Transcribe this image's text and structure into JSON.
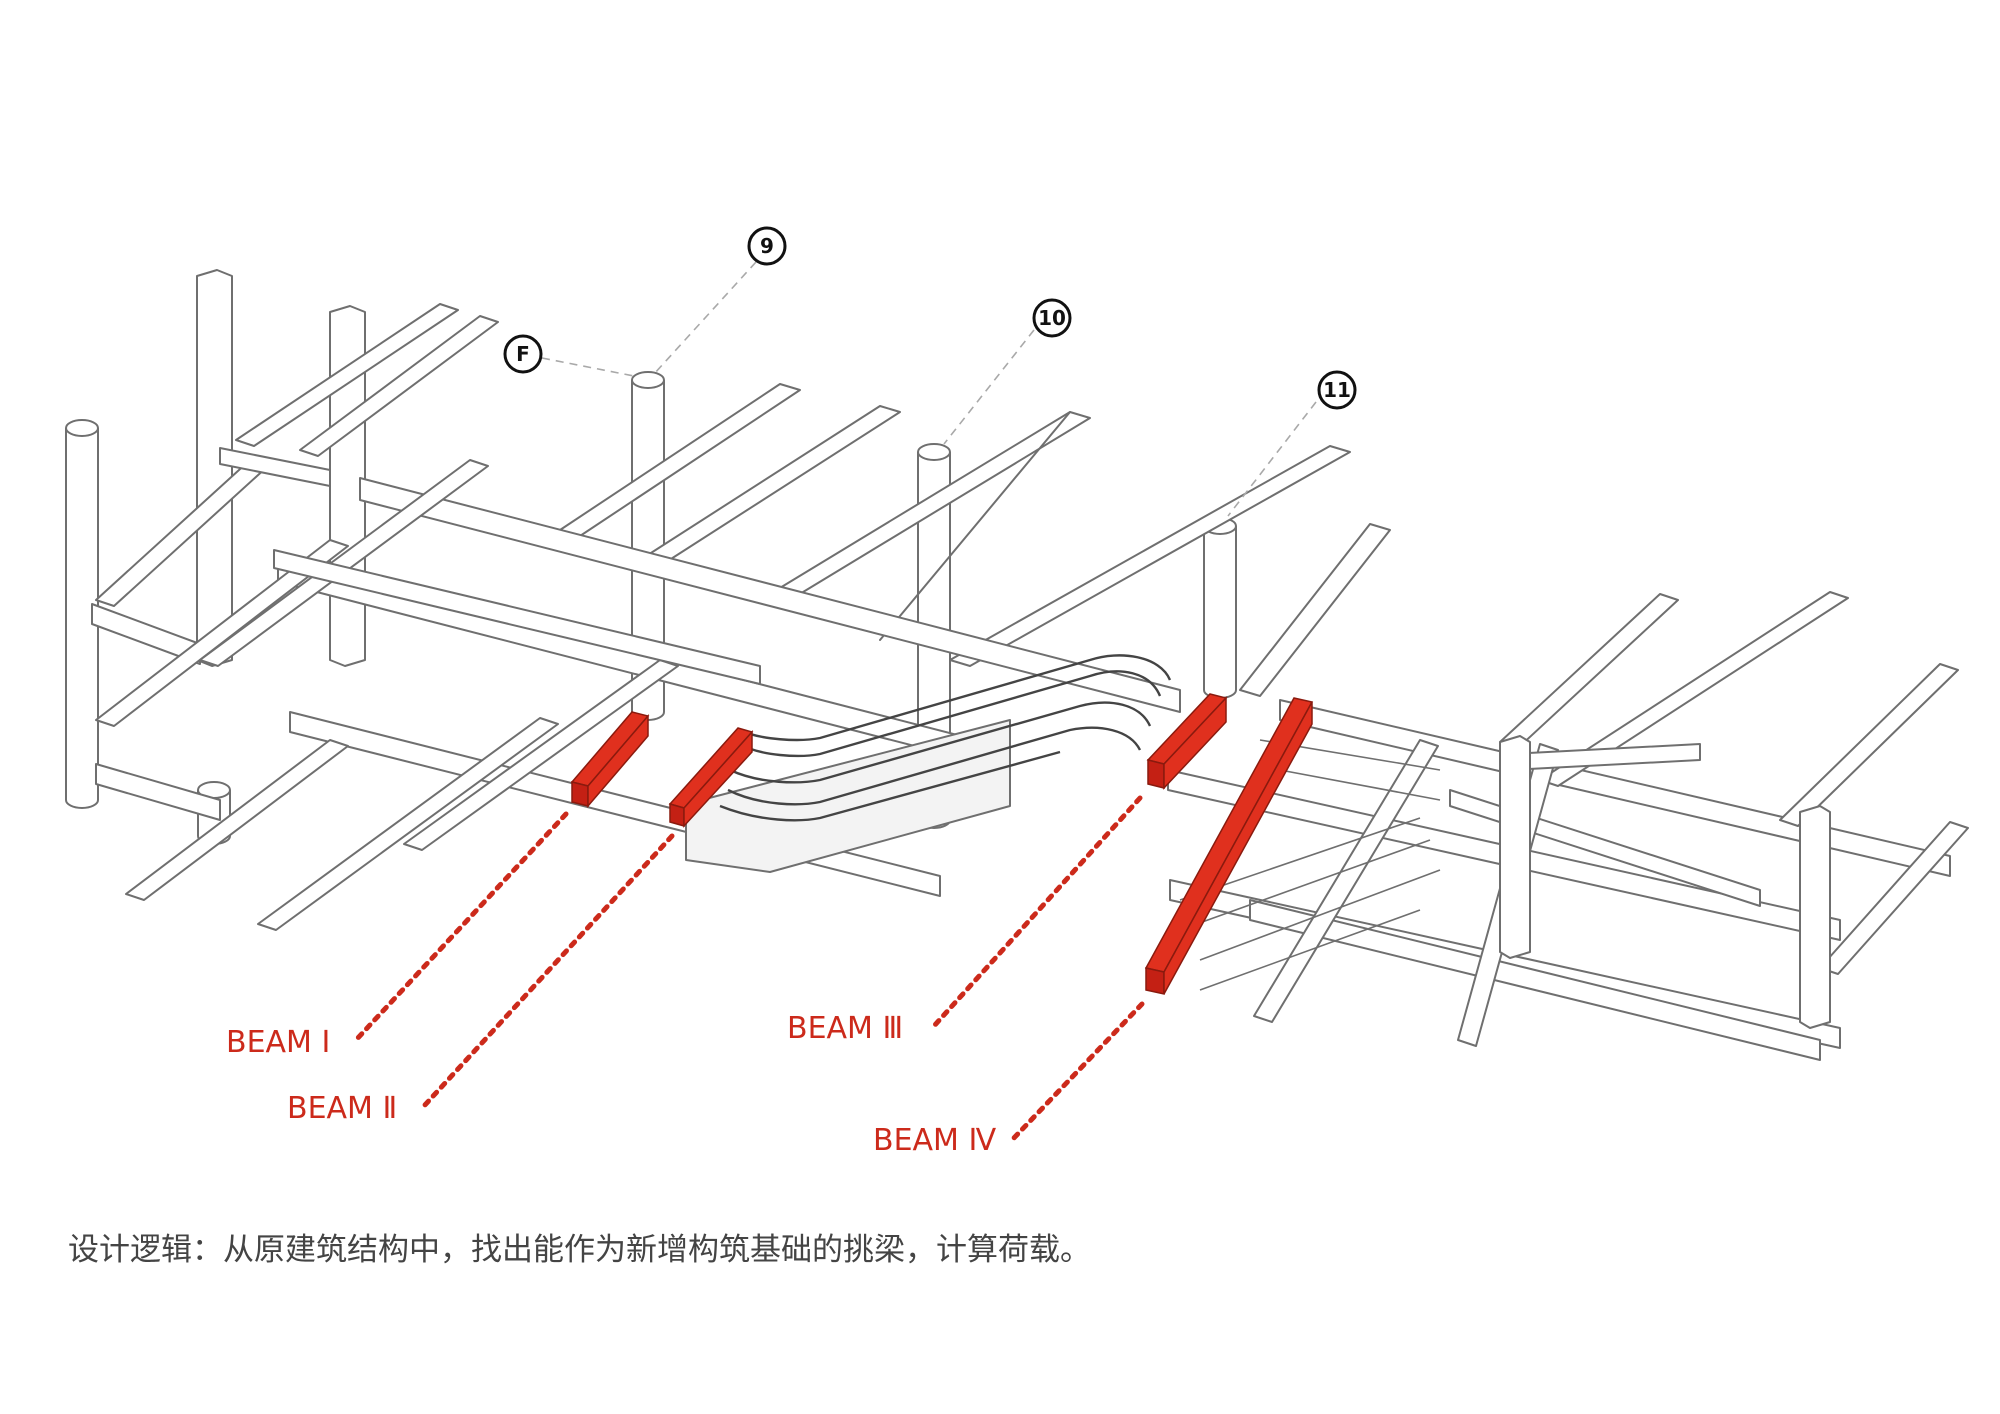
{
  "axes": [
    {
      "id": "F",
      "label": "F"
    },
    {
      "id": "9",
      "label": "9"
    },
    {
      "id": "10",
      "label": "10"
    },
    {
      "id": "11",
      "label": "11"
    }
  ],
  "beams": [
    {
      "id": "beam-1",
      "label": "BEAM  Ⅰ"
    },
    {
      "id": "beam-2",
      "label": "BEAM Ⅱ"
    },
    {
      "id": "beam-3",
      "label": "BEAM Ⅲ"
    },
    {
      "id": "beam-4",
      "label": "BEAM Ⅳ"
    }
  ],
  "caption": "设计逻辑：从原建筑结构中，找出能作为新增构筑基础的挑梁，计算荷载。",
  "colors": {
    "highlight": "#cc2a1b",
    "structure": "#6f6f6f"
  }
}
